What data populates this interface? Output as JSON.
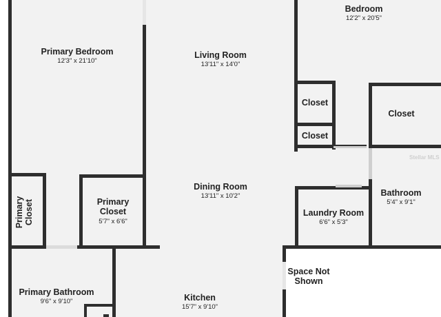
{
  "rooms": {
    "primary_bedroom": {
      "name": "Primary Bedroom",
      "dim": "12'3\" x 21'10\""
    },
    "living_room": {
      "name": "Living Room",
      "dim": "13'11\" x 14'0\""
    },
    "bedroom": {
      "name": "Bedroom",
      "dim": "12'2\" x 20'5\""
    },
    "closet_1": {
      "name": "Closet"
    },
    "closet_2": {
      "name": "Closet"
    },
    "closet_3": {
      "name": "Closet"
    },
    "dining_room": {
      "name": "Dining Room",
      "dim": "13'11\" x 10'2\""
    },
    "bathroom": {
      "name": "Bathroom",
      "dim": "5'4\" x 9'1\""
    },
    "laundry_room": {
      "name": "Laundry Room",
      "dim": "6'6\" x 5'3\""
    },
    "primary_closet_left": {
      "name": "Primary Closet"
    },
    "primary_closet": {
      "name": "Primary Closet",
      "dim": "5'7\" x 6'6\""
    },
    "space_not_shown": {
      "name": "Space Not Shown"
    },
    "primary_bathroom": {
      "name": "Primary Bathroom",
      "dim": "9'6\" x 9'10\""
    },
    "kitchen": {
      "name": "Kitchen",
      "dim": "15'7\" x 9'10\""
    }
  },
  "watermark": "Stellar MLS",
  "colors": {
    "room_fill": "#f2f2f2",
    "wall": "#2e2e2e",
    "outside": "#ffffff"
  }
}
